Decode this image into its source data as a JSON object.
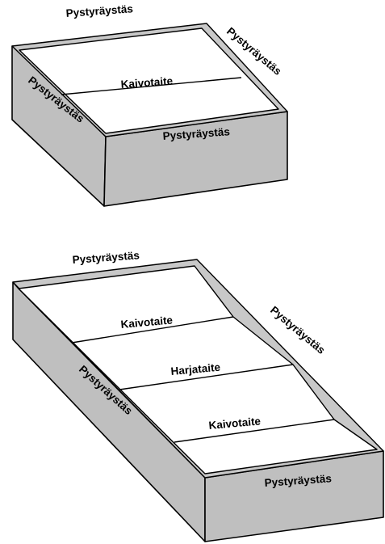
{
  "roof1": {
    "back_label": "Pystyräystäs",
    "right_label": "Pystyräystäs",
    "left_label": "Pystyräystäs",
    "front_label": "Pystyräystäs",
    "valley_label": "Kaivotaite"
  },
  "roof2": {
    "back_label": "Pystyräystäs",
    "right_label": "Pystyräystäs",
    "left_label": "Pystyräystäs",
    "front_label": "Pystyräystäs",
    "valley1_label": "Kaivotaite",
    "ridge_label": "Harjataite",
    "valley2_label": "Kaivotaite"
  },
  "colors": {
    "fascia": "#bfbfbf",
    "roof_surface": "#ffffff",
    "outline": "#000000"
  }
}
